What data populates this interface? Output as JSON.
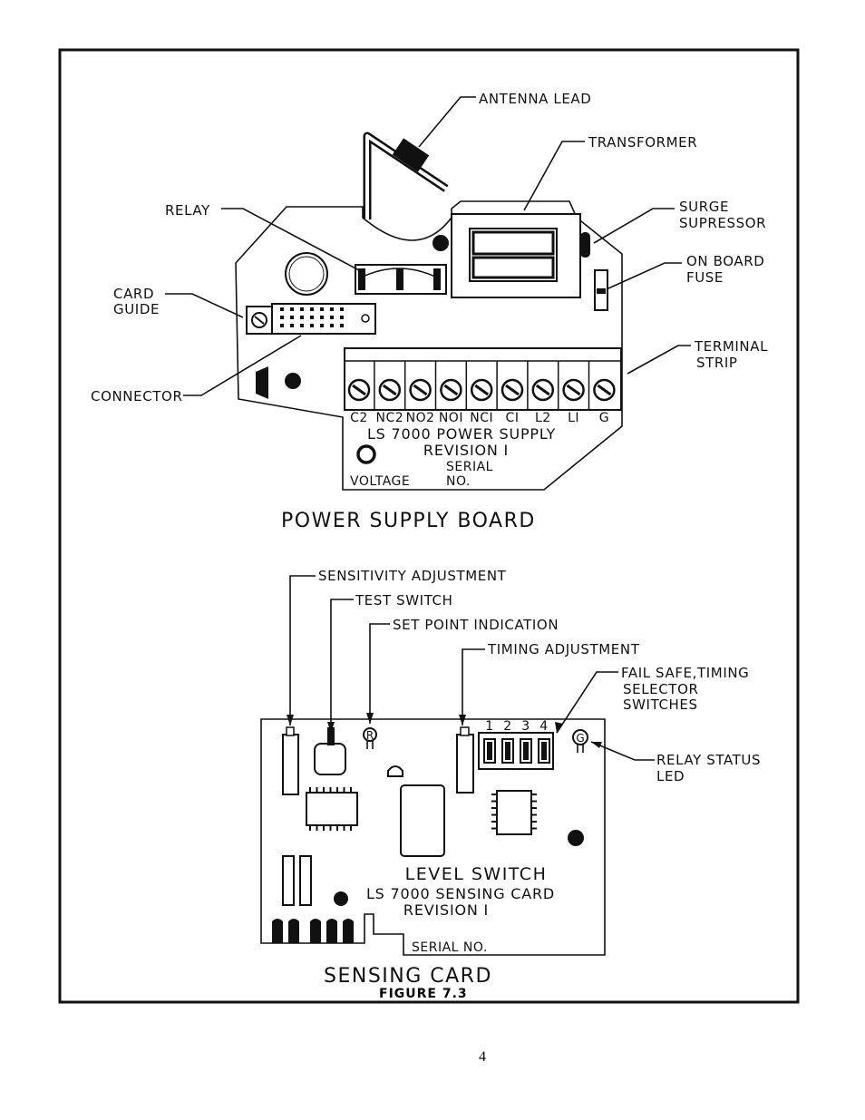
{
  "power_supply_board": {
    "title": "POWER SUPPLY BOARD",
    "callouts": {
      "antenna_lead": "ANTENNA LEAD",
      "transformer": "TRANSFORMER",
      "surge_1": "SURGE",
      "surge_2": "SUPRESSOR",
      "fuse_1": "ON BOARD",
      "fuse_2": "FUSE",
      "relay": "RELAY",
      "card_guide_1": "CARD",
      "card_guide_2": "GUIDE",
      "connector": "CONNECTOR",
      "terminal_1": "TERMINAL",
      "terminal_2": "STRIP"
    },
    "terminals": [
      "C2",
      "NC2",
      "NO2",
      "NOI",
      "NCI",
      "CI",
      "L2",
      "LI",
      "G"
    ],
    "board_text": {
      "line1": "LS 7000 POWER SUPPLY",
      "line2": "REVISION I",
      "serial_1": "SERIAL",
      "serial_2": "NO.",
      "voltage": "VOLTAGE"
    }
  },
  "sensing_card": {
    "title": "SENSING CARD",
    "callouts": {
      "sensitivity": "SENSITIVITY ADJUSTMENT",
      "test_switch": "TEST SWITCH",
      "set_point": "SET POINT INDICATION",
      "timing": "TIMING ADJUSTMENT",
      "selector_1": "FAIL SAFE,TIMING",
      "selector_2": "SELECTOR",
      "selector_3": "SWITCHES",
      "relay_led_1": "RELAY STATUS",
      "relay_led_2": "LED"
    },
    "switch_numbers": [
      "1",
      "2",
      "3",
      "4"
    ],
    "led_r": "R",
    "led_g": "G",
    "board_text": {
      "line1": "LEVEL SWITCH",
      "line2": "LS 7000 SENSING CARD",
      "line3": "REVISION I",
      "serial": "SERIAL NO."
    }
  },
  "figure_label": "FIGURE 7.3",
  "page_number": "4"
}
